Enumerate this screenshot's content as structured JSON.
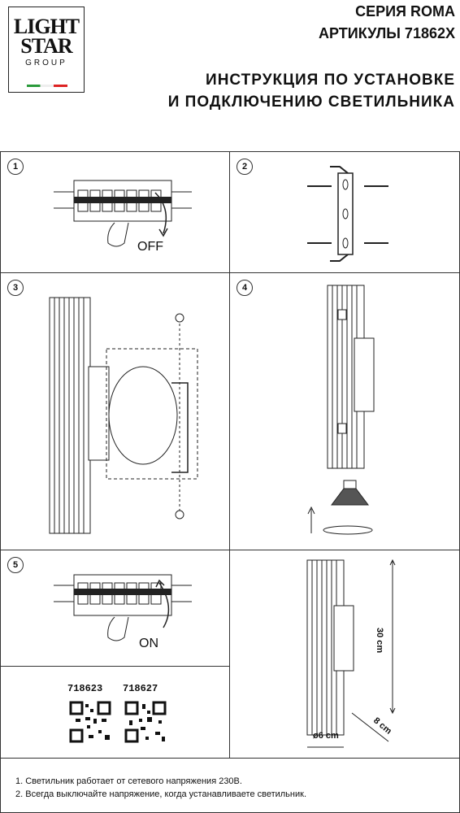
{
  "logo": {
    "line1": "LIGHT",
    "line2": "STAR",
    "line3": "GROUP"
  },
  "header": {
    "series": "СЕРИЯ ROMA",
    "articles": "АРТИКУЛЫ 71862X",
    "title_line1": "ИНСТРУКЦИЯ ПО УСТАНОВКЕ",
    "title_line2": "И ПОДКЛЮЧЕНИЮ СВЕТИЛЬНИКА"
  },
  "steps": {
    "s1": {
      "number": "1",
      "label": "OFF"
    },
    "s2": {
      "number": "2"
    },
    "s3": {
      "number": "3"
    },
    "s4": {
      "number": "4"
    },
    "s5": {
      "number": "5",
      "label": "ON"
    }
  },
  "dimensions": {
    "height": "30 cm",
    "depth": "8 cm",
    "diameter": "ø6 cm"
  },
  "articles": [
    "718623",
    "718627"
  ],
  "notes": [
    "1. Светильник работает от сетевого напряжения 230В.",
    "2. Всегда выключайте напряжение, когда устанавливаете светильник."
  ]
}
